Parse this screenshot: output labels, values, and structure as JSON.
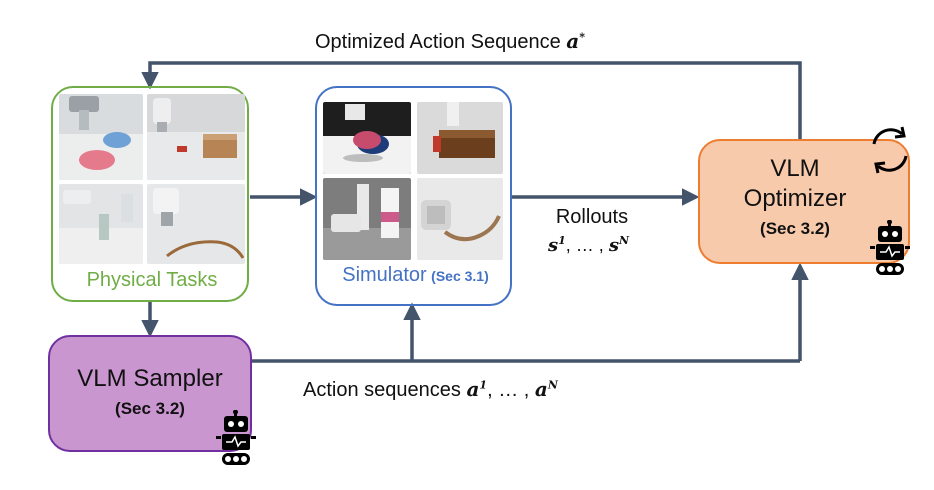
{
  "top_label": {
    "text": "Optimized Action Sequence",
    "symbol": "a",
    "sup": "*"
  },
  "physical_tasks": {
    "label": "Physical Tasks"
  },
  "simulator": {
    "label": "Simulator",
    "section": "(Sec 3.1)"
  },
  "rollouts": {
    "title": "Rollouts",
    "formula_a": "s",
    "sup_a": "1",
    "sep": ", … , ",
    "formula_b": "s",
    "sup_b": "N"
  },
  "optimizer": {
    "line1": "VLM",
    "line2": "Optimizer",
    "section": "(Sec 3.2)"
  },
  "sampler": {
    "title": "VLM Sampler",
    "section": "(Sec 3.2)"
  },
  "actions": {
    "text": "Action sequences",
    "sym_a": "a",
    "sup_a": "1",
    "sep": ", … , ",
    "sym_b": "a",
    "sup_b": "N"
  },
  "colors": {
    "wire": "#44546a",
    "tasks_border": "#70ad47",
    "tasks_text": "#70ad47",
    "sim_border": "#4472c4",
    "sim_text": "#4472c4",
    "opt_fill": "#f7caac",
    "opt_border": "#ed7d31",
    "sampler_fill": "#c996cf",
    "sampler_border": "#7030a0"
  }
}
